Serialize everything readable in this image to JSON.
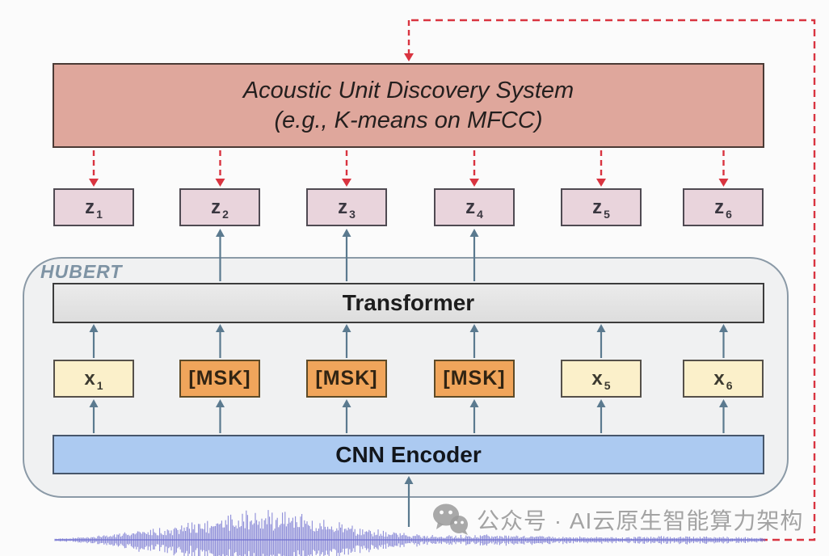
{
  "acoustic_unit_box": {
    "line1": "Acoustic Unit Discovery System",
    "line2": "(e.g., K-means on MFCC)"
  },
  "z_units": [
    {
      "base": "z",
      "sub": "1"
    },
    {
      "base": "z",
      "sub": "2"
    },
    {
      "base": "z",
      "sub": "3"
    },
    {
      "base": "z",
      "sub": "4"
    },
    {
      "base": "z",
      "sub": "5"
    },
    {
      "base": "z",
      "sub": "6"
    }
  ],
  "hubert": {
    "label": "HUBERT",
    "transformer_label": "Transformer",
    "cnn_label": "CNN Encoder",
    "inputs": [
      {
        "type": "frame",
        "base": "x",
        "sub": "1"
      },
      {
        "type": "mask",
        "label": "[MSK]"
      },
      {
        "type": "mask",
        "label": "[MSK]"
      },
      {
        "type": "mask",
        "label": "[MSK]"
      },
      {
        "type": "frame",
        "base": "x",
        "sub": "5"
      },
      {
        "type": "frame",
        "base": "x",
        "sub": "6"
      }
    ]
  },
  "watermark": {
    "icon": "wechat-icon",
    "text": "公众号 · AI云原生智能算力架构"
  },
  "colors": {
    "acoustic-fill": "#dfa79c",
    "z-fill": "#e9d4dc",
    "mask-fill": "#f0a55b",
    "frame-fill": "#fbf0ca",
    "transformer-fill": "#e4e4e4",
    "cnn-fill": "#accaf1",
    "hubert-fill": "#f0f1f2",
    "hubert-border": "#8b9aa7",
    "hubert-label": "#7e93a4",
    "arrow": "#5b7a8f",
    "dashed": "#d93440",
    "waveform": "#7070d0",
    "watermark": "#a3a3a3"
  }
}
